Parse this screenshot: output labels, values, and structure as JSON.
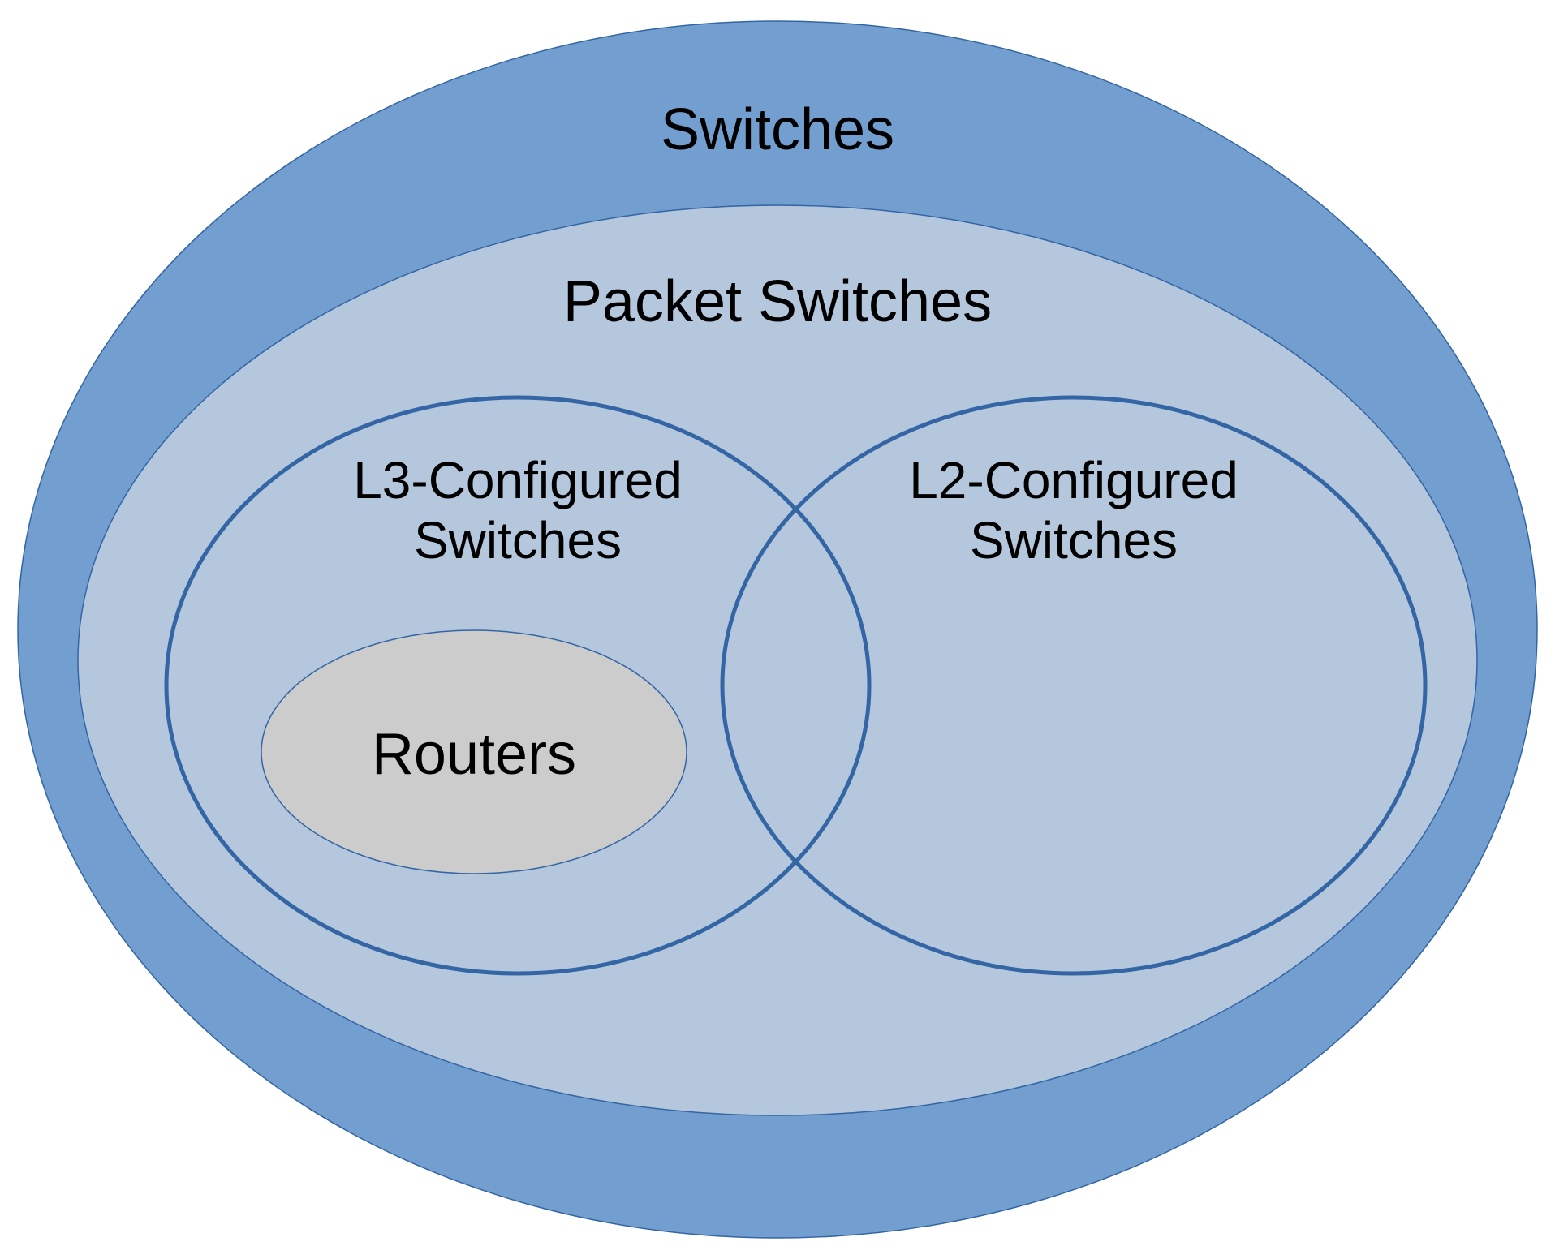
{
  "diagram": {
    "sets": {
      "switches": {
        "label": "Switches",
        "fill": "#729fcf"
      },
      "packet_switches": {
        "label": "Packet Switches",
        "fill": "#b4c7dc"
      },
      "l3_configured": {
        "label_line1": "L3-Configured",
        "label_line2": "Switches",
        "stroke": "#3465a4"
      },
      "l2_configured": {
        "label_line1": "L2-Configured",
        "label_line2": "Switches",
        "stroke": "#3465a4"
      },
      "routers": {
        "label": "Routers",
        "fill": "#cccccc"
      }
    },
    "outline_color": "#3465a4"
  }
}
